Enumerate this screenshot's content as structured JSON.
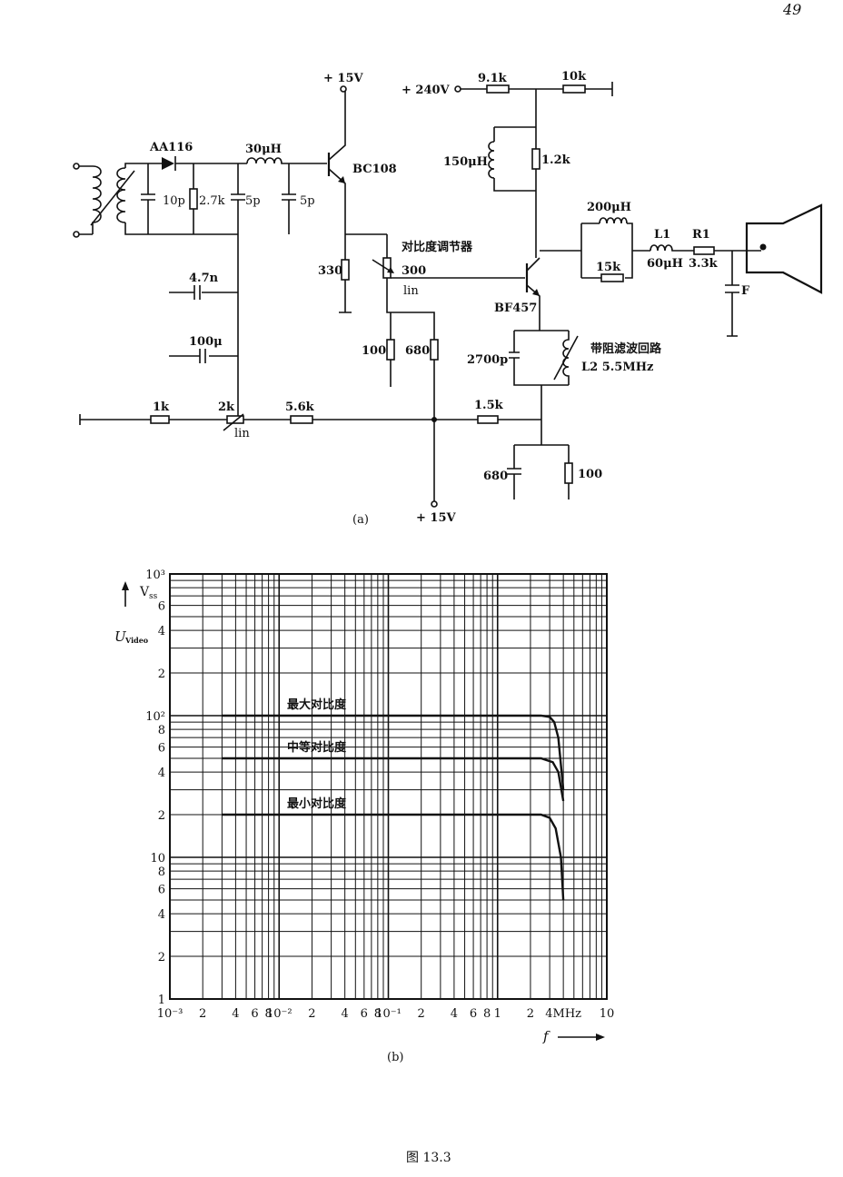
{
  "page_number": "49",
  "figure_caption": "图 13.3",
  "circuit": {
    "sublabel": "(a)",
    "supply_15v_top": "+ 15V",
    "supply_240v": "+ 240V",
    "supply_15v_bottom": "+ 15V",
    "diode": "AA116",
    "transistor1": "BC108",
    "transistor2": "BF457",
    "inductor_30uh": "30μH",
    "inductor_150uh": "150μH",
    "inductor_200uh": "200μH",
    "inductor_l1": "L1",
    "inductor_l1_value": "60μH",
    "inductor_l2": "L2  5.5MHz",
    "resistor_r1": "R1",
    "resistor_r1_value": "3.3k",
    "contrast_pot_label": "对比度调节器",
    "contrast_pot_value": "300",
    "lin_1": "lin",
    "lin_2": "lin",
    "notch_filter_label": "带阻滤波回路",
    "cap_10p": "10p",
    "res_2_7k": "2.7k",
    "cap_5p_a": "5p",
    "cap_5p_b": "5p",
    "cap_4_7n": "4.7n",
    "cap_100u": "100μ",
    "res_330": "330",
    "res_100_a": "100",
    "res_680_a": "680",
    "res_9_1k": "9.1k",
    "res_10k": "10k",
    "res_1_2k": "1.2k",
    "res_15k": "15k",
    "cap_2700p": "2700p",
    "res_1k": "1k",
    "pot_2k": "2k",
    "res_5_6k": "5.6k",
    "res_1_5k": "1.5k",
    "cap_680_b": "680",
    "res_100_b": "100",
    "crt_label": "F"
  },
  "chart_data": {
    "type": "line",
    "sublabel": "(b)",
    "ylabel_main": "U",
    "ylabel_sub": "Video",
    "ylabel_unit": "V",
    "ylabel_unit_sub": "ss",
    "xlabel": "f",
    "xscale": "log",
    "yscale": "log",
    "xlim": [
      0.001,
      10
    ],
    "ylim": [
      1,
      1000
    ],
    "grid": true,
    "x_tick_labels": [
      "10⁻³",
      "2",
      "4",
      "6",
      "8",
      "10⁻²",
      "2",
      "4",
      "6",
      "8",
      "10⁻¹",
      "2",
      "4",
      "6",
      "8",
      "1",
      "2",
      "4MHz",
      "10"
    ],
    "y_tick_labels": [
      "10³",
      "6",
      "4",
      "2",
      "10²",
      "8",
      "6",
      "4",
      "2",
      "10",
      "8",
      "6",
      "4",
      "2",
      "1"
    ],
    "series": [
      {
        "name": "最大对比度",
        "x": [
          0.003,
          0.1,
          1,
          2.5,
          3.0,
          3.3,
          3.6,
          4.0
        ],
        "y": [
          100,
          100,
          100,
          100,
          98,
          90,
          70,
          30
        ]
      },
      {
        "name": "中等对比度",
        "x": [
          0.003,
          0.1,
          1,
          2.5,
          3.2,
          3.6,
          4.0
        ],
        "y": [
          50,
          50,
          50,
          50,
          47,
          40,
          25
        ]
      },
      {
        "name": "最小对比度",
        "x": [
          0.003,
          0.1,
          1,
          2.5,
          3.0,
          3.4,
          3.8,
          4.0
        ],
        "y": [
          20,
          20,
          20,
          20,
          19,
          16,
          10,
          5
        ]
      }
    ]
  }
}
